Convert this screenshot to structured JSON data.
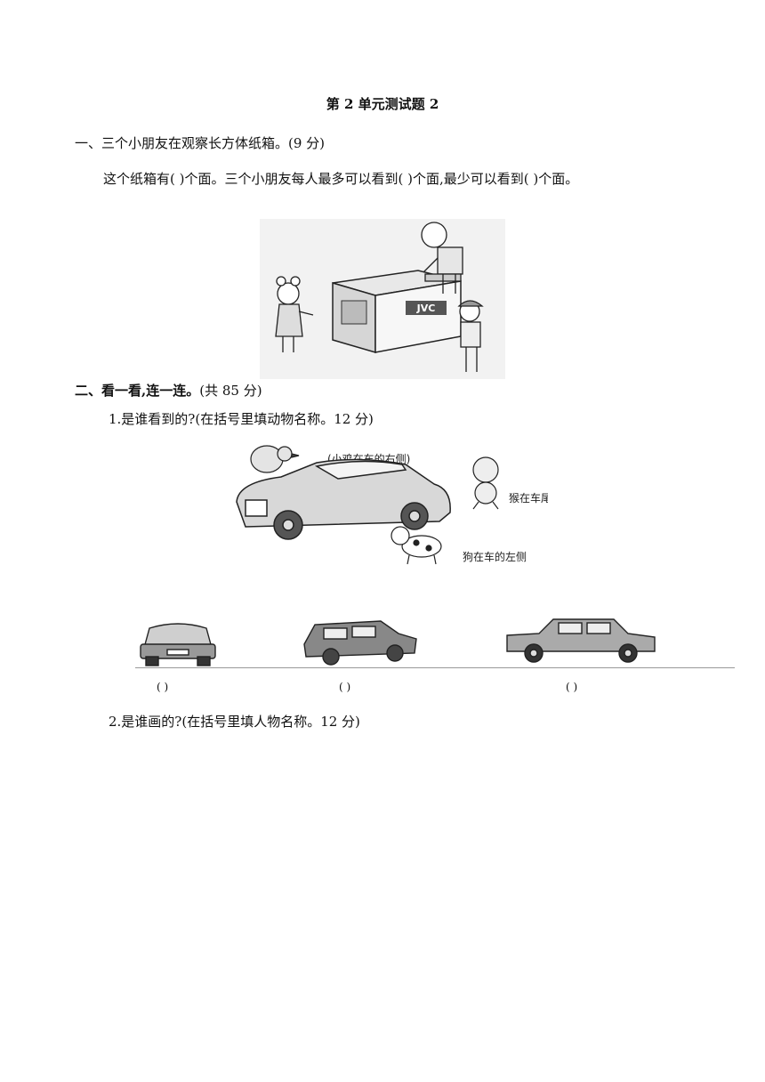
{
  "doc": {
    "title": "第 2 单元测试题 2",
    "q1": {
      "heading": "一、三个小朋友在观察长方体纸箱。(9 分)",
      "body": "这个纸箱有(        )个面。三个小朋友每人最多可以看到(        )个面,最少可以看到(        )个面。",
      "box_brand": "JVC"
    },
    "q2": {
      "heading_bold": "二、看一看,连一连。",
      "heading_rest": "(共 85 分)",
      "sub1": "1.是谁看到的?(在括号里填动物名称。12 分)",
      "label_chick": "(小鸡在车的右侧)",
      "label_monkey": "猴在车尾",
      "label_dog": "狗在车的左侧",
      "paren": [
        "(        )",
        "(        )",
        "(        )"
      ],
      "sub2": "2.是谁画的?(在括号里填人物名称。12 分)"
    }
  }
}
